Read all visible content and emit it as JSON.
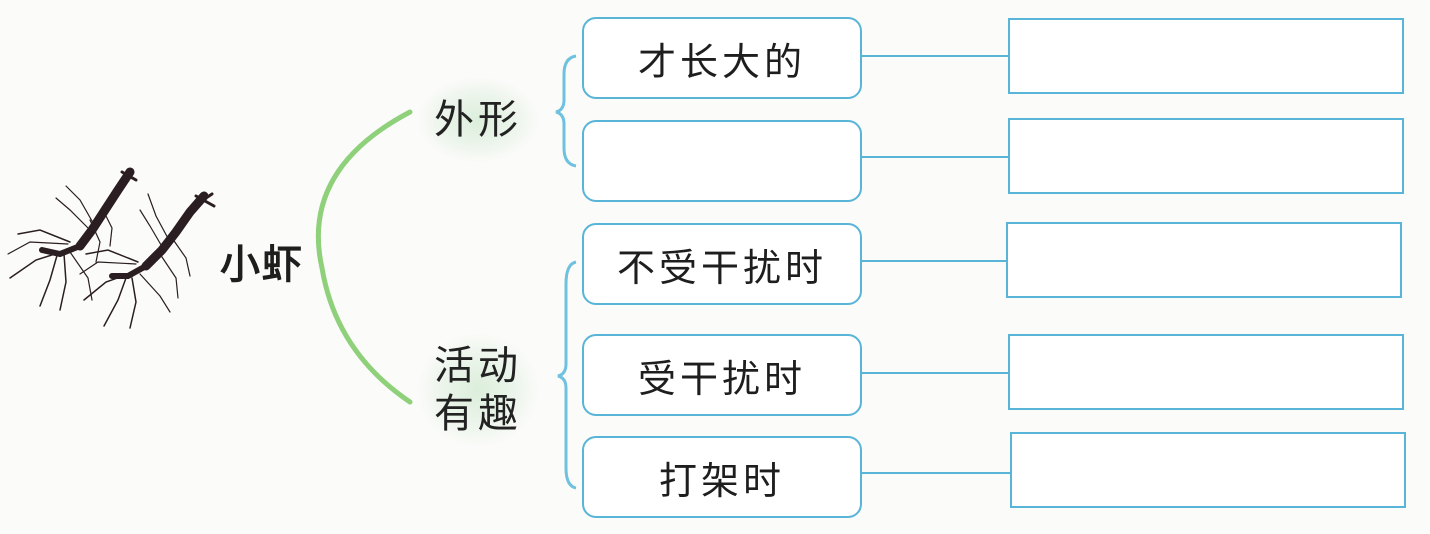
{
  "diagram": {
    "root": {
      "label": "小虾",
      "illustration": "shrimp-ink-painting"
    },
    "branches": [
      {
        "label": "外形",
        "items": [
          {
            "label": "才长大的",
            "answer": ""
          },
          {
            "label": "",
            "answer": ""
          }
        ]
      },
      {
        "label_line1": "活动",
        "label_line2": "有趣",
        "items": [
          {
            "label": "不受干扰时",
            "answer": ""
          },
          {
            "label": "受干扰时",
            "answer": ""
          },
          {
            "label": "打架时",
            "answer": ""
          }
        ]
      }
    ]
  },
  "colors": {
    "arc": "#8fd07a",
    "bracket": "#6ec1df",
    "box_border": "#58b5d8",
    "connector": "#58b5d8"
  }
}
